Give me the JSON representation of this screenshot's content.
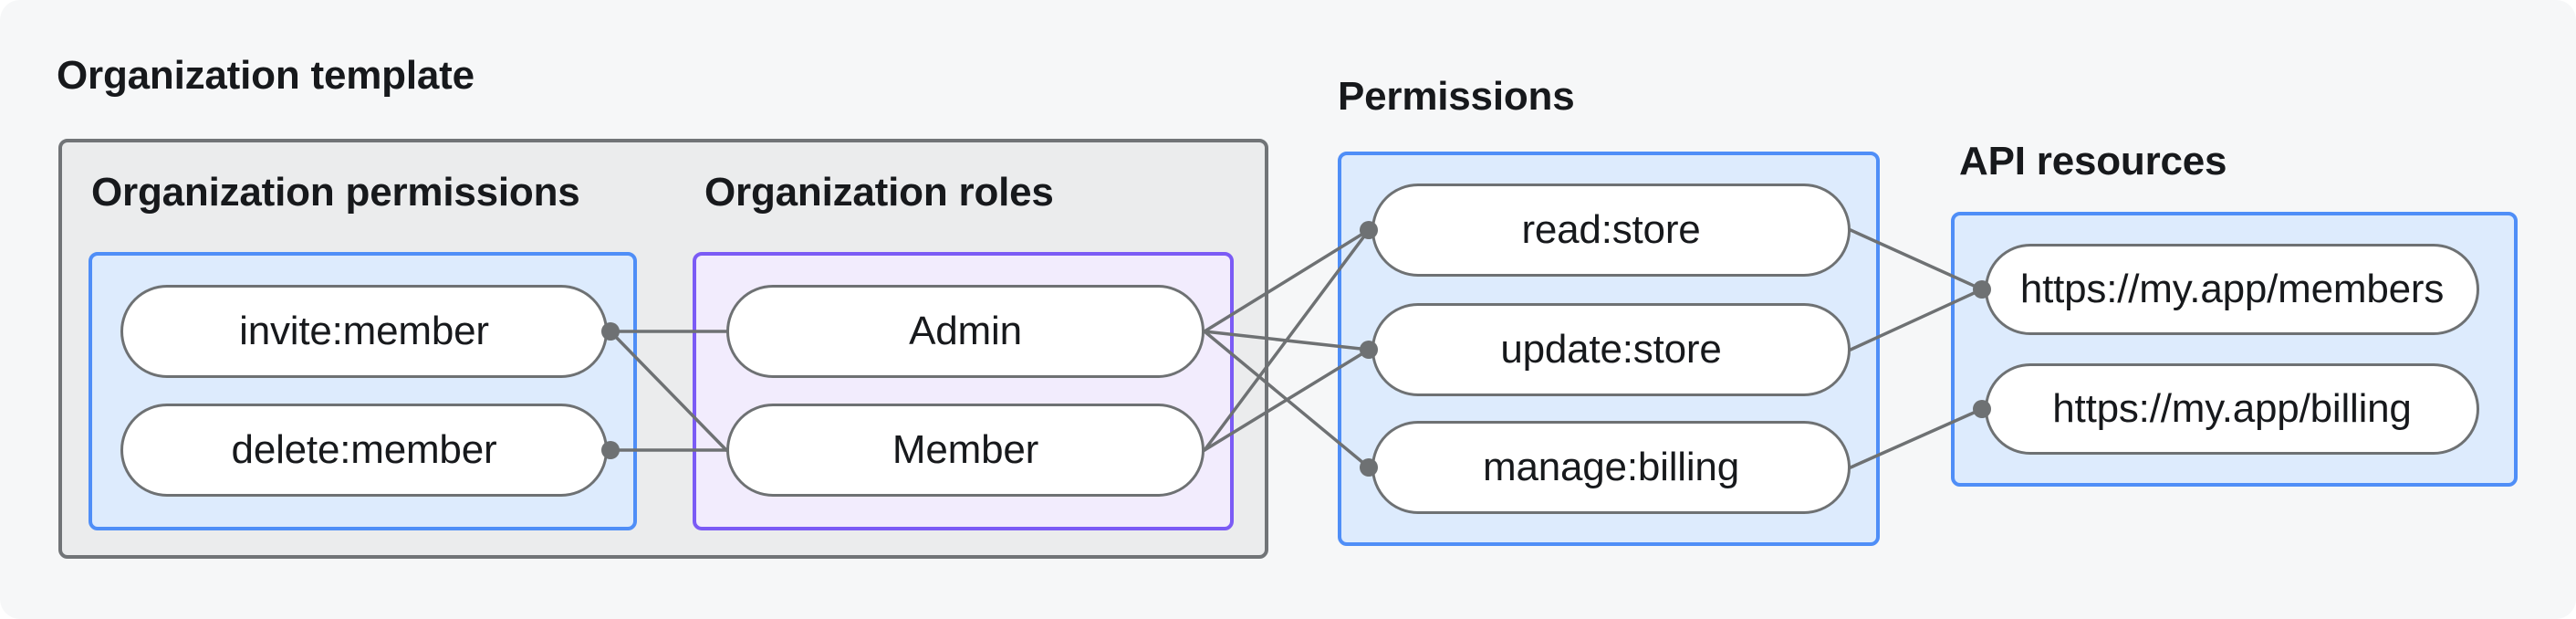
{
  "colors": {
    "background": "#f6f7f8",
    "template_box_fill": "#ebeced",
    "template_box_border": "#717477",
    "blue_box_fill": "#ddebfd",
    "blue_box_border": "#4f8ef7",
    "purple_box_fill": "#f2ecfd",
    "purple_box_border": "#7b5bf5",
    "node_fill": "#ffffff",
    "node_border": "#6e7173",
    "edge": "#6e7173",
    "text": "#17191c"
  },
  "org_template": {
    "label": "Organization template",
    "permissions": {
      "label": "Organization permissions",
      "nodes": [
        {
          "id": "invite",
          "label": "invite:member"
        },
        {
          "id": "delete",
          "label": "delete:member"
        }
      ]
    },
    "roles": {
      "label": "Organization roles",
      "nodes": [
        {
          "id": "admin",
          "label": "Admin"
        },
        {
          "id": "member",
          "label": "Member"
        }
      ]
    }
  },
  "permissions": {
    "label": "Permissions",
    "nodes": [
      {
        "id": "read",
        "label": "read:store"
      },
      {
        "id": "update",
        "label": "update:store"
      },
      {
        "id": "manage",
        "label": "manage:billing"
      }
    ]
  },
  "api_resources": {
    "label": "API resources",
    "nodes": [
      {
        "id": "members",
        "label": "https://my.app/members"
      },
      {
        "id": "billing",
        "label": "https://my.app/billing"
      }
    ]
  },
  "edges": [
    {
      "from": "invite",
      "to": "admin"
    },
    {
      "from": "invite",
      "to": "member"
    },
    {
      "from": "delete",
      "to": "member"
    },
    {
      "from": "admin",
      "to": "read"
    },
    {
      "from": "admin",
      "to": "update"
    },
    {
      "from": "admin",
      "to": "manage"
    },
    {
      "from": "member",
      "to": "read"
    },
    {
      "from": "member",
      "to": "update"
    },
    {
      "from": "read",
      "to": "members"
    },
    {
      "from": "update",
      "to": "members"
    },
    {
      "from": "manage",
      "to": "billing"
    }
  ]
}
